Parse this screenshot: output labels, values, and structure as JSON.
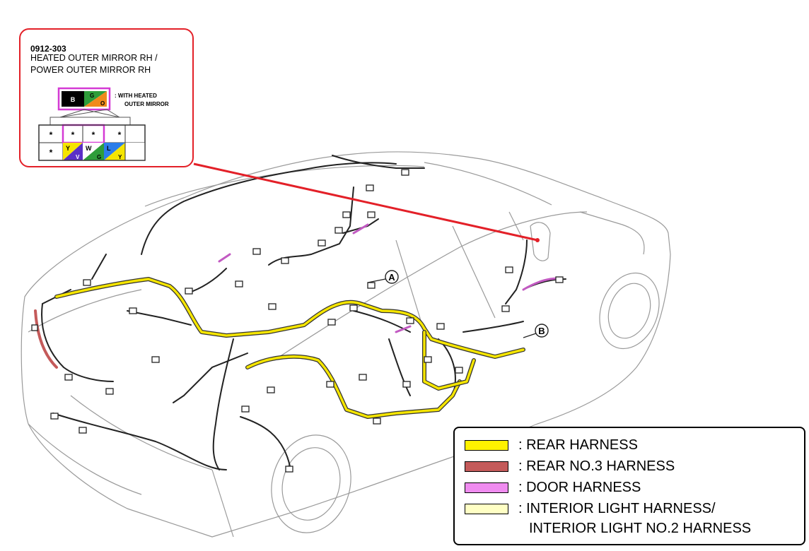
{
  "callout": {
    "code": "0912-303",
    "title_line1": "HEATED OUTER MIRROR RH /",
    "title_line2": "POWER OUTER MIRROR RH",
    "note_line1": ": WITH HEATED",
    "note_line2": "OUTER MIRROR",
    "top_connector": [
      {
        "text": "B",
        "color": "#000000"
      },
      {
        "text": "G",
        "color": "#2e9d3a"
      },
      {
        "text": "O",
        "color": "#f08a1c"
      }
    ],
    "grid_row1": [
      "*",
      "*",
      "*",
      "*"
    ],
    "grid_row2": [
      {
        "text": "*"
      },
      {
        "text": "Y",
        "sub": "V"
      },
      {
        "text": "W",
        "sub": "G"
      },
      {
        "text": "L",
        "sub": "Y"
      }
    ]
  },
  "markers": {
    "a": "A",
    "b": "B"
  },
  "legend": {
    "items": [
      {
        "label": ": REAR HARNESS",
        "color": "#fff200"
      },
      {
        "label": ": REAR NO.3 HARNESS",
        "color": "#c45a5a"
      },
      {
        "label": ": DOOR HARNESS",
        "color": "#f08cf0"
      },
      {
        "label": ": INTERIOR LIGHT HARNESS/",
        "color": "#ffffc4"
      }
    ],
    "continuation": "INTERIOR LIGHT NO.2 HARNESS"
  },
  "colors": {
    "rear": "#f5e500",
    "rear_no3": "#c45a5a",
    "door": "#d46ad4",
    "callout_border": "#e32028",
    "connector_highlight": "#d43ad4"
  }
}
